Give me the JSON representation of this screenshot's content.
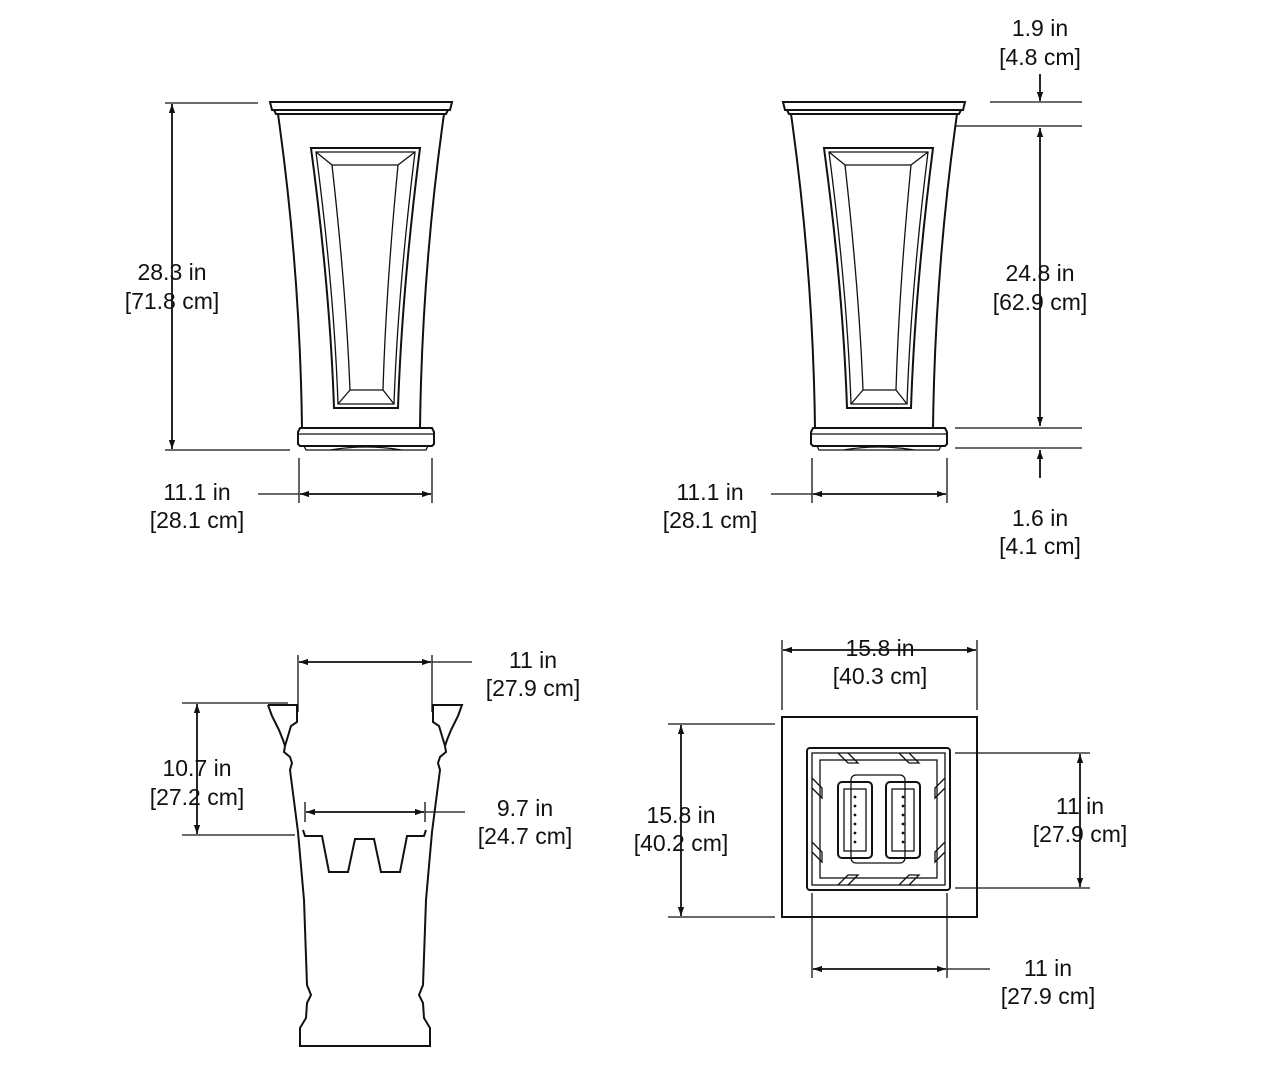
{
  "colors": {
    "line": "#111111",
    "background": "#ffffff"
  },
  "views": {
    "front_left": {
      "height": {
        "in": "28.3 in",
        "cm": "[71.8 cm]"
      },
      "base_width": {
        "in": "11.1 in",
        "cm": "[28.1 cm]"
      }
    },
    "front_right": {
      "top_rim": {
        "in": "1.9 in",
        "cm": "[4.8 cm]"
      },
      "body_height": {
        "in": "24.8 in",
        "cm": "[62.9 cm]"
      },
      "base_height": {
        "in": "1.6 in",
        "cm": "[4.1 cm]"
      },
      "base_width": {
        "in": "11.1 in",
        "cm": "[28.1 cm]"
      }
    },
    "section": {
      "inner_top_width": {
        "in": "11 in",
        "cm": "[27.9 cm]"
      },
      "liner_depth": {
        "in": "10.7 in",
        "cm": "[27.2 cm]"
      },
      "liner_width": {
        "in": "9.7 in",
        "cm": "[24.7 cm]"
      }
    },
    "top": {
      "outer_width": {
        "in": "15.8 in",
        "cm": "[40.3 cm]"
      },
      "outer_depth": {
        "in": "15.8 in",
        "cm": "[40.2 cm]"
      },
      "inner_depth": {
        "in": "11 in",
        "cm": "[27.9 cm]"
      },
      "inner_width": {
        "in": "11 in",
        "cm": "[27.9 cm]"
      }
    }
  }
}
